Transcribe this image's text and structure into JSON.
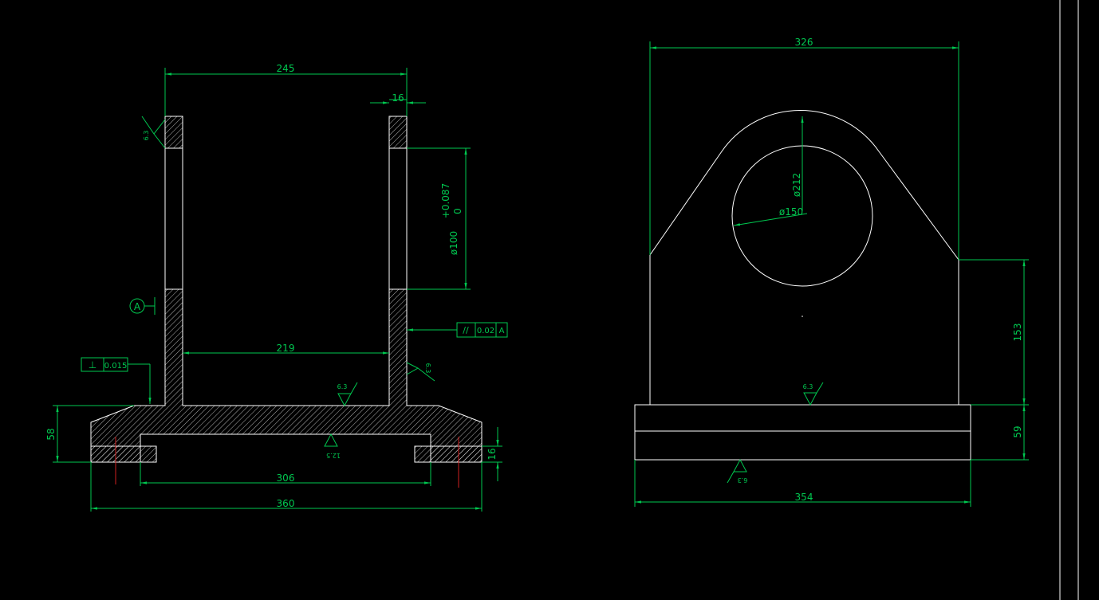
{
  "front_view": {
    "dims": {
      "top_width": "245",
      "flange_thickness": "16",
      "bore_dia": "ø100",
      "bore_tol_upper": "+0.087",
      "bore_tol_lower": "0",
      "inner_width": "219",
      "slot_width": "306",
      "base_width": "360",
      "base_height": "58",
      "foot_thickness": "16"
    },
    "roughness": {
      "left_flange": "6.3",
      "right_inner": "6.3",
      "base_top": "6.3",
      "base_bottom": "12.5"
    },
    "datum_label": "A",
    "flatness_tol": {
      "symbol": "⊥",
      "value": "0.015"
    },
    "parallel_tol": {
      "symbol": "//",
      "value": "0.02",
      "datum": "A"
    }
  },
  "side_view": {
    "dims": {
      "overall_width": "326",
      "outer_dia": "ø212",
      "hole_dia": "ø150",
      "center_height": "153",
      "base_height": "59",
      "base_width": "354"
    },
    "roughness": {
      "base_top": "6.3",
      "base_bottom": "6.3"
    }
  },
  "colors": {
    "background": "#000000",
    "outline": "#ffffff",
    "dimension": "#00c850",
    "centerline": "#d02020"
  }
}
